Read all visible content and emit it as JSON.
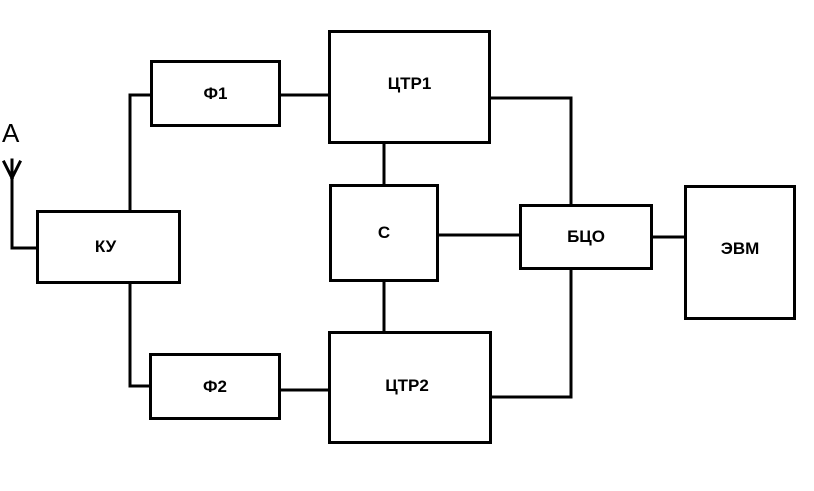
{
  "antenna": {
    "label": "A"
  },
  "blocks": {
    "ku": "КУ",
    "f1": "Ф1",
    "f2": "Ф2",
    "ctr1": "ЦТР1",
    "c": "С",
    "ctr2": "ЦТР2",
    "bco": "БЦО",
    "evm": "ЭВМ"
  },
  "colors": {
    "stroke": "#000000",
    "background": "#ffffff"
  }
}
